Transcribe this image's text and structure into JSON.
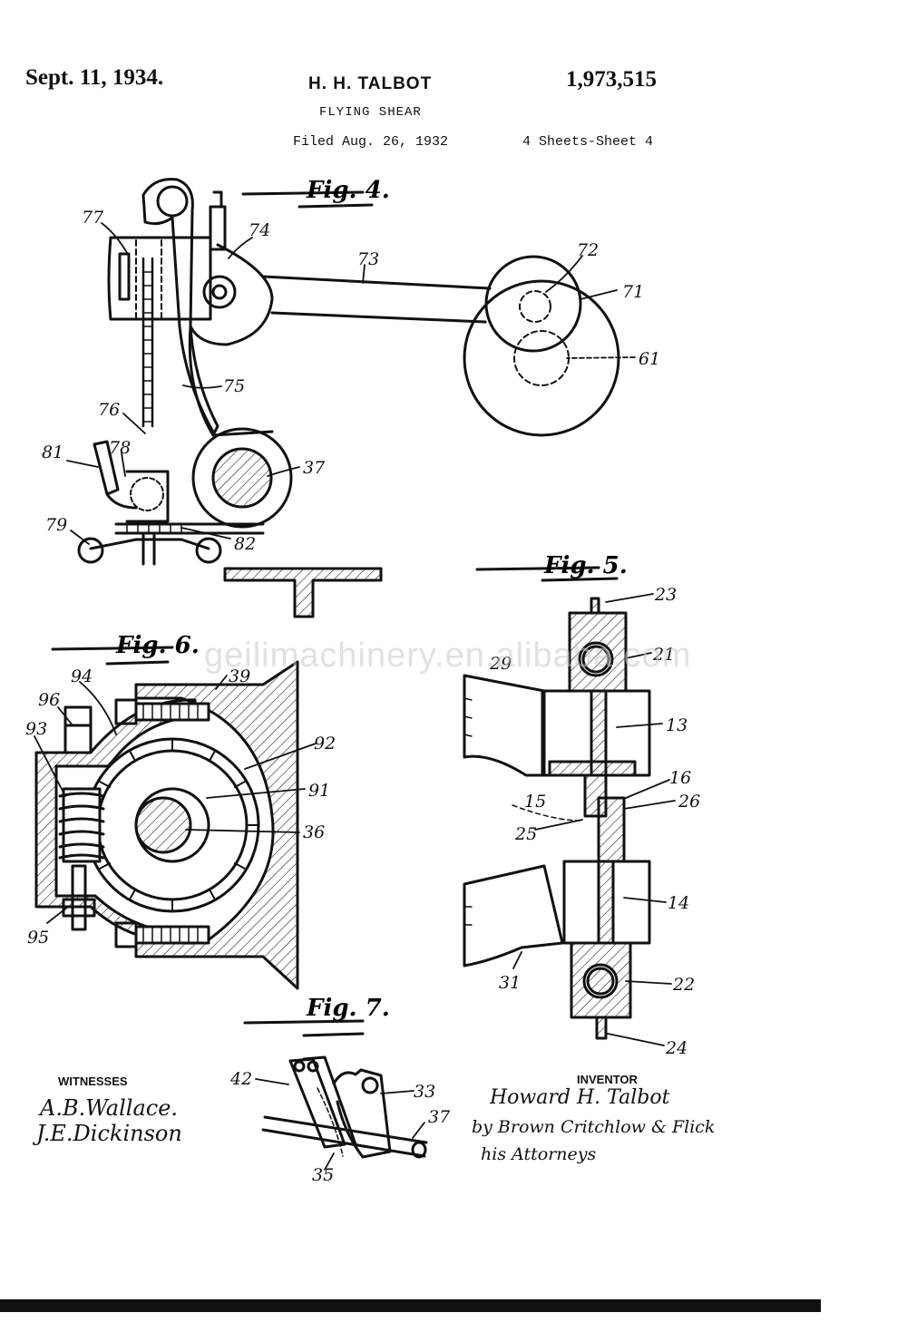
{
  "header": {
    "date": "Sept. 11, 1934.",
    "inventor": "H. H. TALBOT",
    "patent_number": "1,973,515",
    "title": "FLYING SHEAR",
    "filed": "Filed Aug. 26, 1932",
    "sheets": "4 Sheets-Sheet 4"
  },
  "figures": {
    "fig4": "Fig. 4.",
    "fig5": "Fig. 5.",
    "fig6": "Fig. 6.",
    "fig7": "Fig. 7."
  },
  "refs": {
    "r77": "77",
    "r74": "74",
    "r73": "73",
    "r72": "72",
    "r71": "71",
    "r61": "61",
    "r75": "75",
    "r76": "76",
    "r81": "81",
    "r78": "78",
    "r37a": "37",
    "r79": "79",
    "r82": "82",
    "r23": "23",
    "r29": "29",
    "r21": "21",
    "r13": "13",
    "r16": "16",
    "r15": "15",
    "r26": "26",
    "r25": "25",
    "r14": "14",
    "r31": "31",
    "r22": "22",
    "r24": "24",
    "r94": "94",
    "r39": "39",
    "r96": "96",
    "r93": "93",
    "r92": "92",
    "r91": "91",
    "r36": "36",
    "r95": "95",
    "r42": "42",
    "r33": "33",
    "r37b": "37",
    "r35": "35"
  },
  "witnesses": {
    "label": "WITNESSES",
    "names": [
      "A.B.Wallace.",
      "J.E.Dickinson"
    ]
  },
  "inventor_block": {
    "label": "INVENTOR",
    "signature": "Howard H. Talbot",
    "by": "by Brown Critchlow & Flick",
    "attorneys": "his Attorneys"
  },
  "watermark": "geilimachinery.en.alibaba.com"
}
